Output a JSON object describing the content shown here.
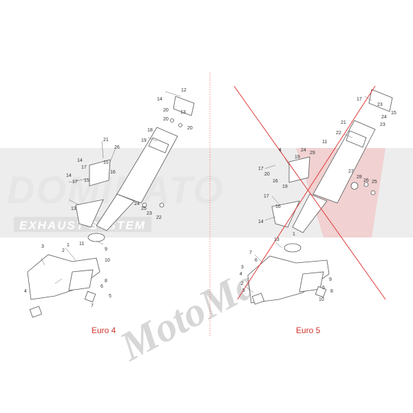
{
  "watermark": {
    "brand": "DOMINATO",
    "tagline": "EXHAUST SYSTEM",
    "script": "MotoMax",
    "colors": {
      "gray_band": "#e6e6e6",
      "accent_red": "#d43d3d"
    }
  },
  "panels": {
    "left": {
      "label": "Euro 4"
    },
    "right": {
      "label": "Euro 5"
    }
  },
  "colors": {
    "divider": "#ff5555",
    "cross": "#e03a3a",
    "label": "#d0342c"
  },
  "left_callouts": [
    "12",
    "14",
    "13",
    "20",
    "20",
    "20",
    "18",
    "19",
    "21",
    "26",
    "14",
    "17",
    "15",
    "16",
    "17",
    "14",
    "15",
    "24",
    "25",
    "23",
    "22",
    "13",
    "3",
    "1",
    "11",
    "9",
    "10",
    "4",
    "2",
    "8",
    "6",
    "5",
    "7"
  ],
  "right_callouts": [
    "17",
    "23",
    "15",
    "24",
    "23",
    "21",
    "22",
    "11",
    "4",
    "17",
    "24",
    "19",
    "29",
    "27",
    "28",
    "26",
    "25",
    "20",
    "19",
    "16",
    "17",
    "16",
    "14",
    "1",
    "13",
    "7",
    "6",
    "3",
    "4",
    "2",
    "5",
    "9",
    "5",
    "8",
    "10"
  ]
}
